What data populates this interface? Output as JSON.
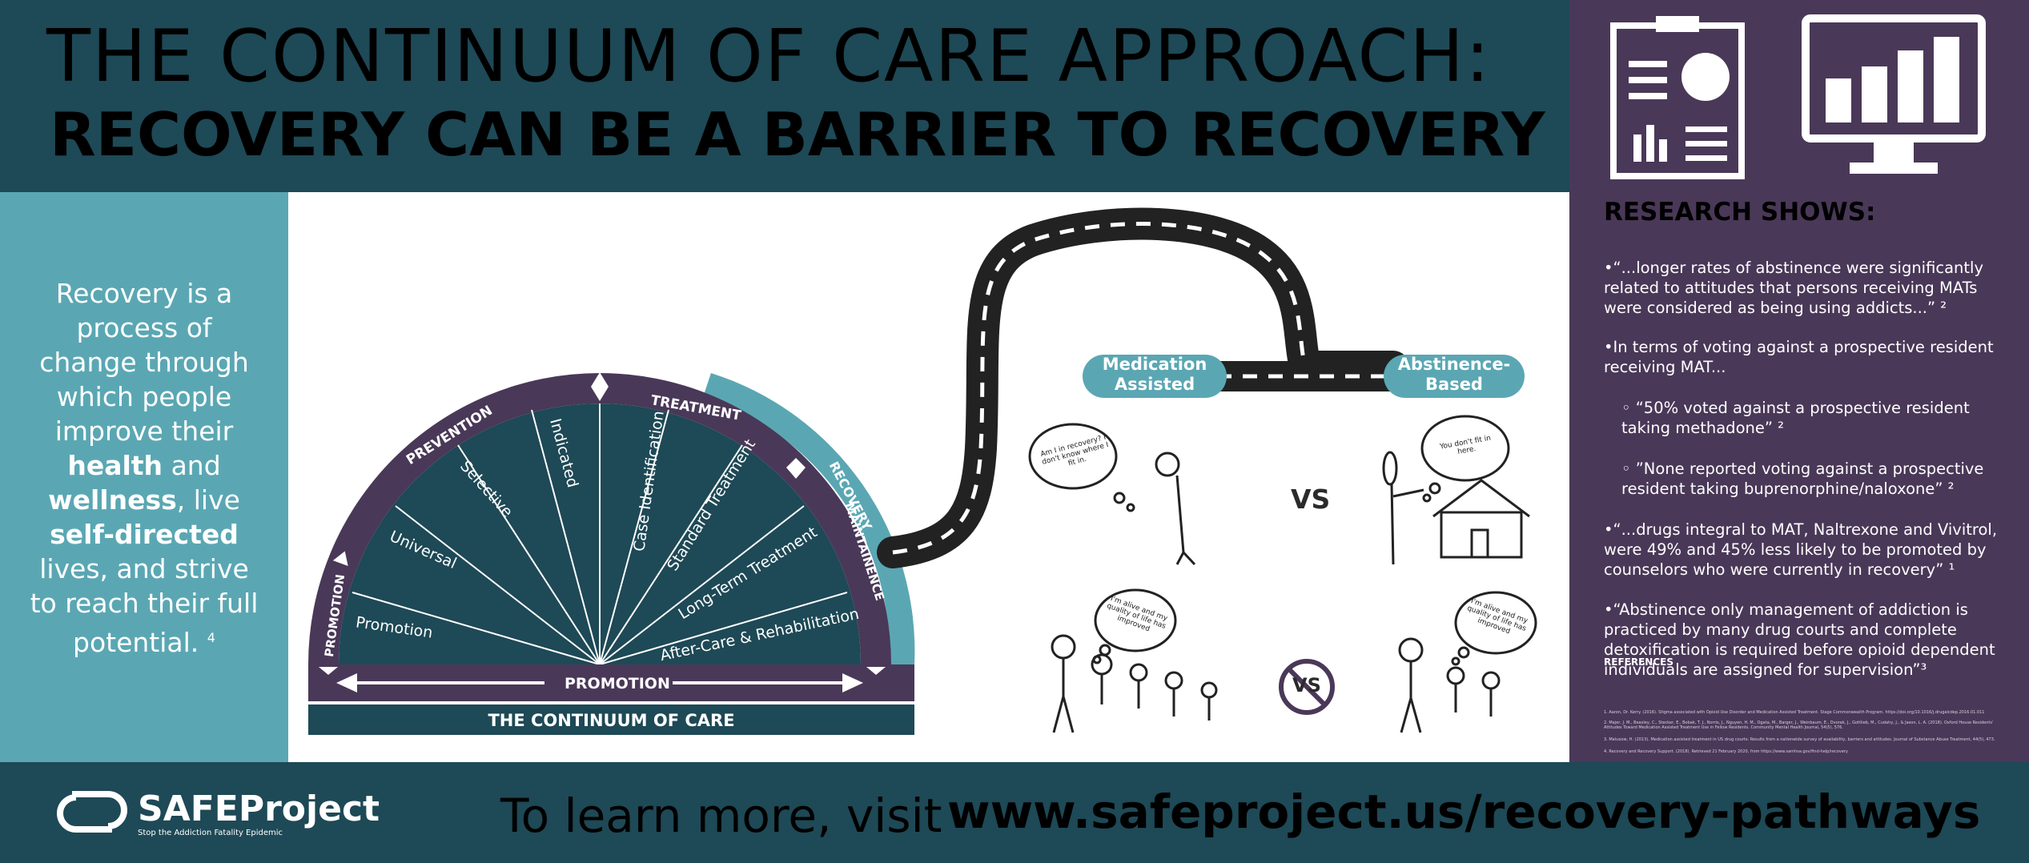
{
  "header": {
    "title_line1": "THE CONTINUUM OF CARE APPROACH:",
    "title_line2": "RECOVERY CAN BE A BARRIER TO RECOVERY"
  },
  "left_panel": {
    "text_1": "Recovery is a process of change through which people improve their",
    "bold_health": "health",
    "text_2": "and",
    "bold_wellness": "wellness",
    "text_3": ", live",
    "bold_self_directed": "self-directed",
    "text_4": "lives, and strive to reach their full potential.",
    "footnote": "4"
  },
  "continuum": {
    "arc_labels": {
      "prevention": "PREVENTION",
      "treatment": "TREATMENT",
      "recovery": "RECOVERY",
      "maintainence": "MAINTAINENCE",
      "promotion_side": "PROMOTION"
    },
    "segments": [
      "Promotion",
      "Universal",
      "Selective",
      "Indicated",
      "Case Identification",
      "Standard Treatment",
      "Long-Term Treatment",
      "After-Care & Rehabilitation"
    ],
    "promotion_bar": "PROMOTION",
    "base_label": "THE CONTINUUM OF CARE"
  },
  "road": {
    "medication_assisted": "Medication Assisted",
    "abstinence_based": "Abstinence-Based"
  },
  "comparison": {
    "vs_top": "VS",
    "vs_bottom": "VS",
    "bubble_1": "Am I in recovery? I don't know where I fit in.",
    "bubble_2": "You don't fit in here.",
    "bubble_3": "I'm alive and my quality of life has improved",
    "bubble_4": "I'm alive and my quality of life has improved"
  },
  "research": {
    "title": "RESEARCH SHOWS:",
    "points": [
      "•“...longer rates of abstinence were significantly related to attitudes that persons receiving MATs were considered as being using addicts...” ²",
      "•In terms of voting against a prospective resident receiving MAT...",
      "◦ “50% voted against a prospective resident taking methadone” ²",
      "◦ ”None reported voting against a prospective resident taking buprenorphine/naloxone” ²",
      "•“...drugs integral to MAT, Naltrexone and Vivitrol, were 49% and 45% less likely to be promoted by counselors who were currently in recovery” ¹",
      "•“Abstinence only management of addiction is practiced by many drug courts and complete detoxification is required before opioid dependent individuals are assigned for supervision”³"
    ],
    "references_title": "REFERENCES",
    "references": [
      "1.  Aaron, Dr. Kerry. (2016). Stigma associated with Opioid Use Disorder and Medication Assisted Treatment. Stage Commonwealth Program. https://doi.org/10.1016/j.drugalcdep.2016.01.011",
      "2.  Majer, J. M., Beasley, C., Stecker, E., Bobak, T. J., Norris, J., Nguyen, H. M., Ogata, M., Barger, J., Weinbaum, E., Dvorak, J., Gottlieb, M., Cudahy, J., & Jason, L. A. (2018). Oxford House Residents' Attitudes Toward Medication Assisted Treatment Use in Fellow Residents. Community Mental Health Journal, 54(5), 576.",
      "3.  Matusow, H. (2013). Medication assisted treatment in US drug courts: Results from a nationwide survey of availability, barriers and attitudes. Journal of Substance Abuse Treatment, 44(5), 473.",
      "4.  Recovery and Recovery Support. (2018). Retrieved 21 February 2020, from https://www.samhsa.gov/find-help/recovery"
    ]
  },
  "footer": {
    "logo_name": "SAFEProject",
    "logo_tagline": "Stop the Addiction Fatality Epidemic",
    "prefix": "To learn more, visit",
    "url": "www.safeproject.us/recovery-pathways"
  },
  "colors": {
    "dark_teal": "#1e4956",
    "teal": "#5aa7b3",
    "purple": "#4a3858",
    "white": "#ffffff"
  },
  "icons": [
    "clipboard-report-icon",
    "monitor-bar-chart-icon",
    "safeproject-logo-icon"
  ]
}
